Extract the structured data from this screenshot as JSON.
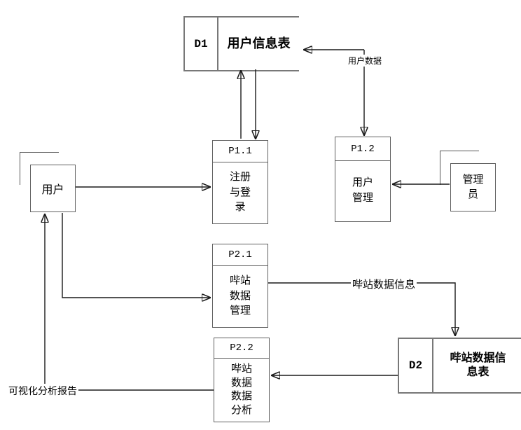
{
  "diagram": {
    "title_implied": "DFD",
    "colors": {
      "background": "#ffffff",
      "line": "#1a1a1a",
      "box_border": "#5f5f5f",
      "store_border": "#787878"
    },
    "datastores": {
      "d1": {
        "id": "D1",
        "label": "用户信息表"
      },
      "d2": {
        "id": "D2",
        "label": "哔站数据信\n息表"
      }
    },
    "processes": {
      "p11": {
        "id": "P1.1",
        "label": "注册\n与登\n录"
      },
      "p12": {
        "id": "P1.2",
        "label": "用户\n管理"
      },
      "p21": {
        "id": "P2.1",
        "label": "哔站\n数据\n管理"
      },
      "p22": {
        "id": "P2.2",
        "label": "哔站\n数据\n数据\n分析"
      }
    },
    "entities": {
      "user": {
        "label": "用户"
      },
      "admin": {
        "label": "管理\n员"
      }
    },
    "flows": {
      "user_data": {
        "label": "用户数据"
      },
      "site_data_info": {
        "label": "哔站数据信息"
      },
      "visual_report": {
        "label": "可视化分析报告"
      }
    }
  }
}
